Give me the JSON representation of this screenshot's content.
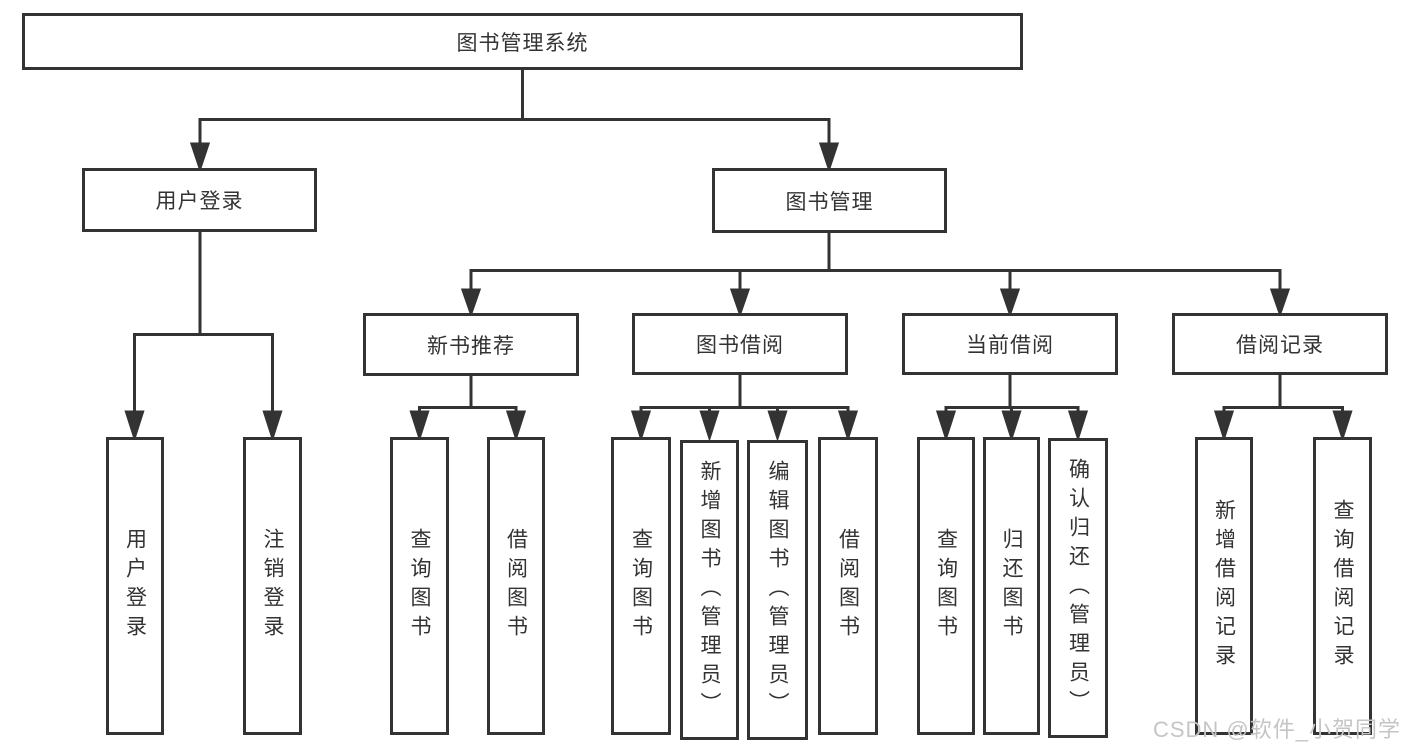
{
  "diagram": {
    "title": "图书管理系统",
    "level2": [
      {
        "label": "用户登录"
      },
      {
        "label": "图书管理"
      }
    ],
    "level3": [
      {
        "label": "新书推荐",
        "parent": "图书管理"
      },
      {
        "label": "图书借阅",
        "parent": "图书管理"
      },
      {
        "label": "当前借阅",
        "parent": "图书管理"
      },
      {
        "label": "借阅记录",
        "parent": "图书管理"
      }
    ],
    "leaves": [
      {
        "label": "用户登录",
        "parent": "用户登录"
      },
      {
        "label": "注销登录",
        "parent": "用户登录"
      },
      {
        "label": "查询图书",
        "parent": "新书推荐"
      },
      {
        "label": "借阅图书",
        "parent": "新书推荐"
      },
      {
        "label": "查询图书",
        "parent": "图书借阅"
      },
      {
        "label": "新增图书（管理员）",
        "parent": "图书借阅"
      },
      {
        "label": "编辑图书（管理员）",
        "parent": "图书借阅"
      },
      {
        "label": "借阅图书",
        "parent": "图书借阅"
      },
      {
        "label": "查询图书",
        "parent": "当前借阅"
      },
      {
        "label": "归还图书",
        "parent": "当前借阅"
      },
      {
        "label": "确认归还（管理员）",
        "parent": "当前借阅"
      },
      {
        "label": "新增借阅记录",
        "parent": "借阅记录"
      },
      {
        "label": "查询借阅记录",
        "parent": "借阅记录"
      }
    ]
  },
  "watermark": {
    "text": "CSDN @软件_小贺同学"
  },
  "colors": {
    "line": "#333333",
    "text": "#333333",
    "background": "#ffffff",
    "watermark": "#c5c5c5"
  }
}
